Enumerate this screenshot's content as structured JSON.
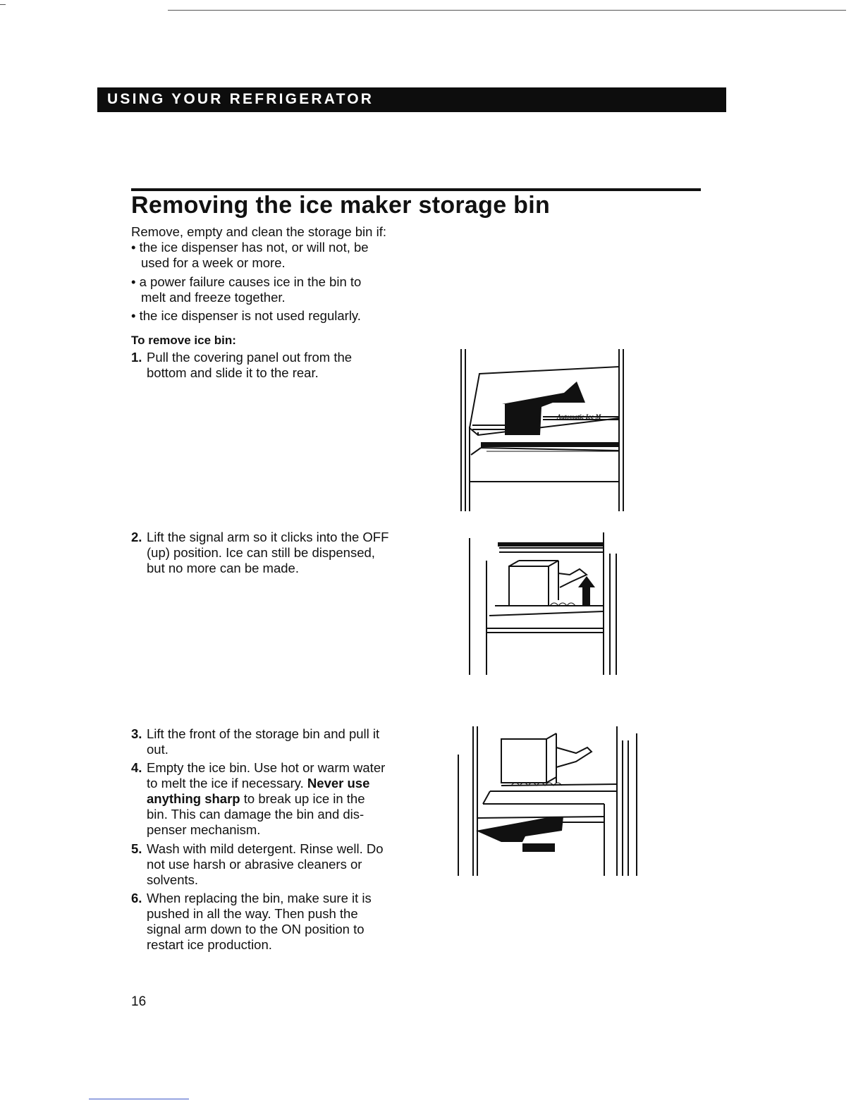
{
  "header": {
    "section": "USING YOUR REFRIGERATOR"
  },
  "title": "Removing the ice maker storage bin",
  "intro": "Remove, empty and clean the storage bin if:",
  "bullets": [
    {
      "line1": "• the ice dispenser has not, or will not, be",
      "line2": "used for a week or more."
    },
    {
      "line1": "• a power failure causes ice in the bin to",
      "line2": "melt and freeze together."
    },
    {
      "line1": "• the ice dispenser is not used regularly.",
      "line2": ""
    }
  ],
  "subhead": "To remove ice bin:",
  "steps": [
    {
      "num": "1.",
      "lines": [
        "Pull the covering panel out from the",
        "bottom and slide it to the rear."
      ]
    },
    {
      "num": "2.",
      "lines": [
        "Lift the signal arm so it clicks into the OFF",
        "(up) position. Ice can still be dispensed,",
        "but no more can be made."
      ]
    },
    {
      "num": "3.",
      "lines": [
        "Lift the front of the storage bin and pull it",
        "out."
      ]
    },
    {
      "num": "4.",
      "line1": "Empty the ice bin. Use hot or warm water",
      "line2a": "to melt the ice if necessary. ",
      "line2b": "Never use",
      "line3a": "anything sharp",
      "line3b": " to break up ice in the",
      "line4": "bin. This can damage the bin and dis-",
      "line5": "penser mechanism."
    },
    {
      "num": "5.",
      "lines": [
        "Wash with mild detergent. Rinse well. Do",
        "not use harsh or abrasive cleaners or",
        "solvents."
      ]
    },
    {
      "num": "6.",
      "lines": [
        "When replacing the bin, make sure it is",
        "pushed in all the way. Then push the",
        "signal arm down to the ON position to",
        "restart ice production."
      ]
    }
  ],
  "figures": {
    "panel_label": "Automatic Ice M"
  },
  "page_number": "16"
}
